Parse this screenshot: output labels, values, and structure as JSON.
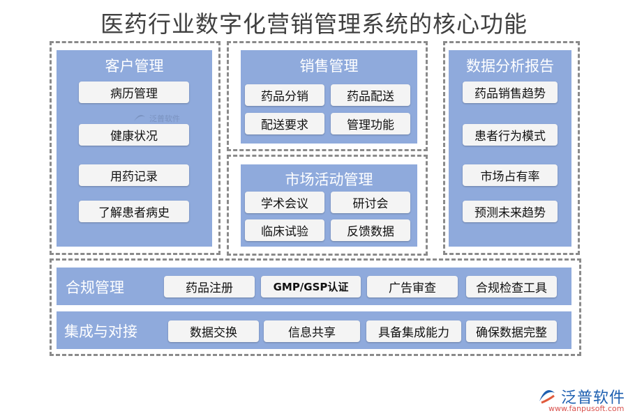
{
  "title": "医药行业数字化营销管理系统的核心功能",
  "customer": {
    "title": "客户管理",
    "items": [
      "病历管理",
      "健康状况",
      "用药记录",
      "了解患者病史"
    ]
  },
  "sales": {
    "title": "销售管理",
    "items": [
      "药品分销",
      "药品配送",
      "配送要求",
      "管理功能"
    ]
  },
  "market": {
    "title": "市场活动管理",
    "items": [
      "学术会议",
      "研讨会",
      "临床试验",
      "反馈数据"
    ]
  },
  "analysis": {
    "title": "数据分析报告",
    "items": [
      "药品销售趋势",
      "患者行为模式",
      "市场占有率",
      "预测未来趋势"
    ]
  },
  "compliance": {
    "label": "合规管理",
    "items": [
      "药品注册",
      "GMP/GSP认证",
      "广告审查",
      "合规检查工具"
    ]
  },
  "integration": {
    "label": "集成与对接",
    "items": [
      "数据交换",
      "信息共享",
      "具备集成能力",
      "确保数据完整"
    ]
  },
  "watermark": "泛普软件",
  "logo": {
    "name": "泛普软件",
    "url": "www.fanpusoft.com"
  },
  "colors": {
    "panel": "#8faadc",
    "item_bg": "#f4f4f4",
    "dash": "#8a8a8a",
    "title": "#404040",
    "logo": "#1d5fb0"
  }
}
